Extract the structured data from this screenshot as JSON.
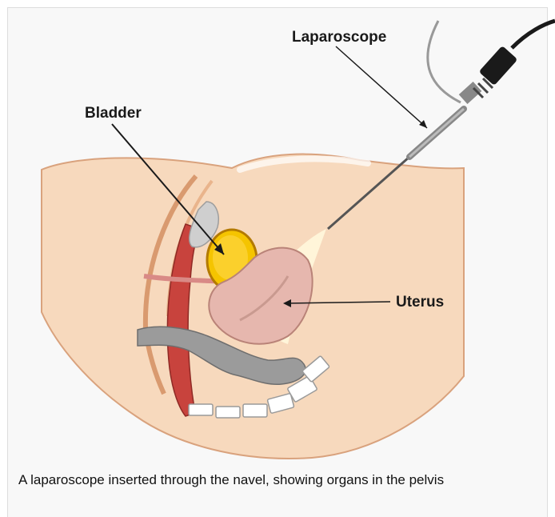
{
  "figure": {
    "labels": {
      "laparoscope": "Laparoscope",
      "bladder": "Bladder",
      "uterus": "Uterus"
    },
    "caption": "A laparoscope inserted through the navel, showing organs in the pelvis"
  },
  "colors": {
    "skin": "#f7d9bd",
    "skin_outline": "#d9a27d",
    "bladder": "#f5c400",
    "uterus": "#e6b7ae",
    "bowel": "#9b9b9b",
    "muscle": "#c8433d",
    "light_cone": "#fff7dc"
  }
}
